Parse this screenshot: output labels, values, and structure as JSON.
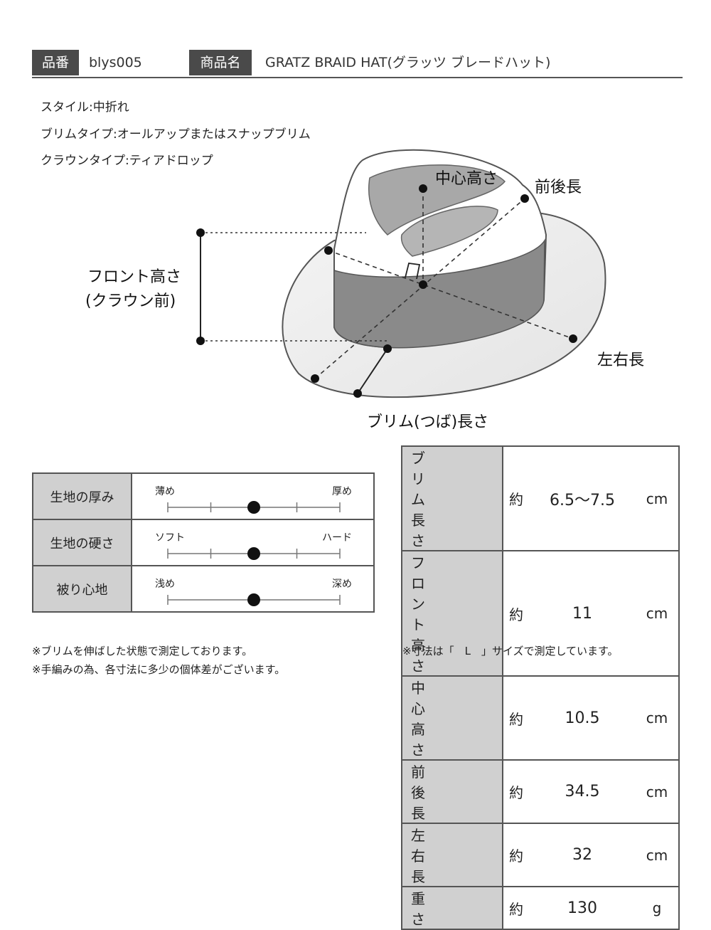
{
  "header": {
    "product_number_label": "品番",
    "product_number": "blys005",
    "product_name_label": "商品名",
    "product_name": "GRATZ BRAID HAT(グラッツ ブレードハット)"
  },
  "specs": [
    "スタイル:中折れ",
    "ブリムタイプ:オールアップまたはスナップブリム",
    "クラウンタイプ:ティアドロップ"
  ],
  "diagram": {
    "center_height": "中心高さ",
    "front_back": "前後長",
    "front_height_1": "フロント高さ",
    "front_height_2": "(クラウン前)",
    "left_right": "左右長",
    "brim_length": "ブリム(つば)長さ"
  },
  "fabric": [
    {
      "label": "生地の厚み",
      "low": "薄め",
      "high": "厚め",
      "ticks": 5,
      "level": 0.5
    },
    {
      "label": "生地の硬さ",
      "low": "ソフト",
      "high": "ハード",
      "ticks": 5,
      "level": 0.5
    },
    {
      "label": "被り心地",
      "low": "浅め",
      "high": "深め",
      "ticks": 2,
      "level": 0.5
    }
  ],
  "measurements": [
    {
      "label": "ブリム長さ",
      "approx": "約",
      "value": "6.5〜7.5",
      "unit": "cm"
    },
    {
      "label": "フロント高さ",
      "approx": "約",
      "value": "11",
      "unit": "cm"
    },
    {
      "label": "中心高さ",
      "approx": "約",
      "value": "10.5",
      "unit": "cm"
    },
    {
      "label": "前後長",
      "approx": "約",
      "value": "34.5",
      "unit": "cm"
    },
    {
      "label": "左右長",
      "approx": "約",
      "value": "32",
      "unit": "cm"
    },
    {
      "label": "重さ",
      "approx": "約",
      "value": "130",
      "unit": "g"
    }
  ],
  "notes": {
    "note1": "※ブリムを伸ばした状態で測定しております。",
    "note2": "※手編みの為、各寸法に多少の個体差がございます。",
    "size_note": "※寸法は「　L　」サイズで測定しています。"
  }
}
